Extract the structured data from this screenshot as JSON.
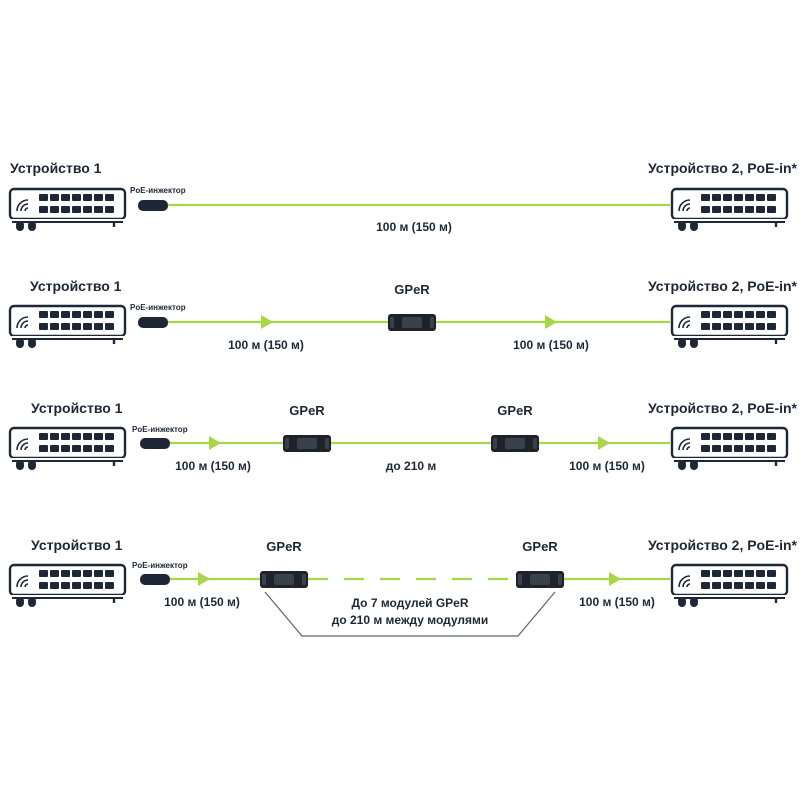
{
  "device1": "Устройство 1",
  "device2": "Устройство 2, PoE-in*",
  "injector": "PoE-инжектор",
  "gper": "GPeR",
  "segment": "100 м (150 м)",
  "span210": "до 210 м",
  "note": {
    "line1": "До 7 модулей GPeR",
    "line2": "до 210 м между модулями"
  },
  "colors": {
    "line": "#a8d64a",
    "ink": "#1d2736",
    "device": "#1d2736",
    "gper_body": "#1e232b",
    "note_bracket": "#5a6470"
  }
}
